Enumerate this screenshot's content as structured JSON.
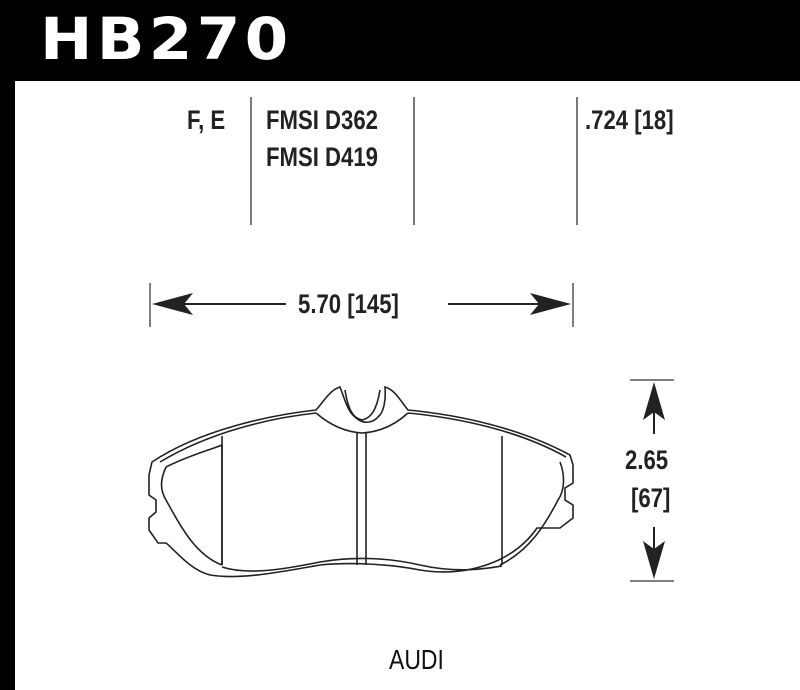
{
  "header": {
    "part_number": "HB270"
  },
  "specs": {
    "position": "F, E",
    "fmsi_codes": [
      "FMSI D362",
      "FMSI D419"
    ],
    "thickness": ".724 [18]"
  },
  "dimensions": {
    "width": "5.70 [145]",
    "height_in": "2.65",
    "height_mm": "[67]"
  },
  "vehicle": {
    "make": "AUDI"
  },
  "colors": {
    "header_bg": "#000000",
    "header_text": "#ffffff",
    "text": "#222222",
    "divider": "#7a7a7a",
    "outline": "#222222"
  }
}
